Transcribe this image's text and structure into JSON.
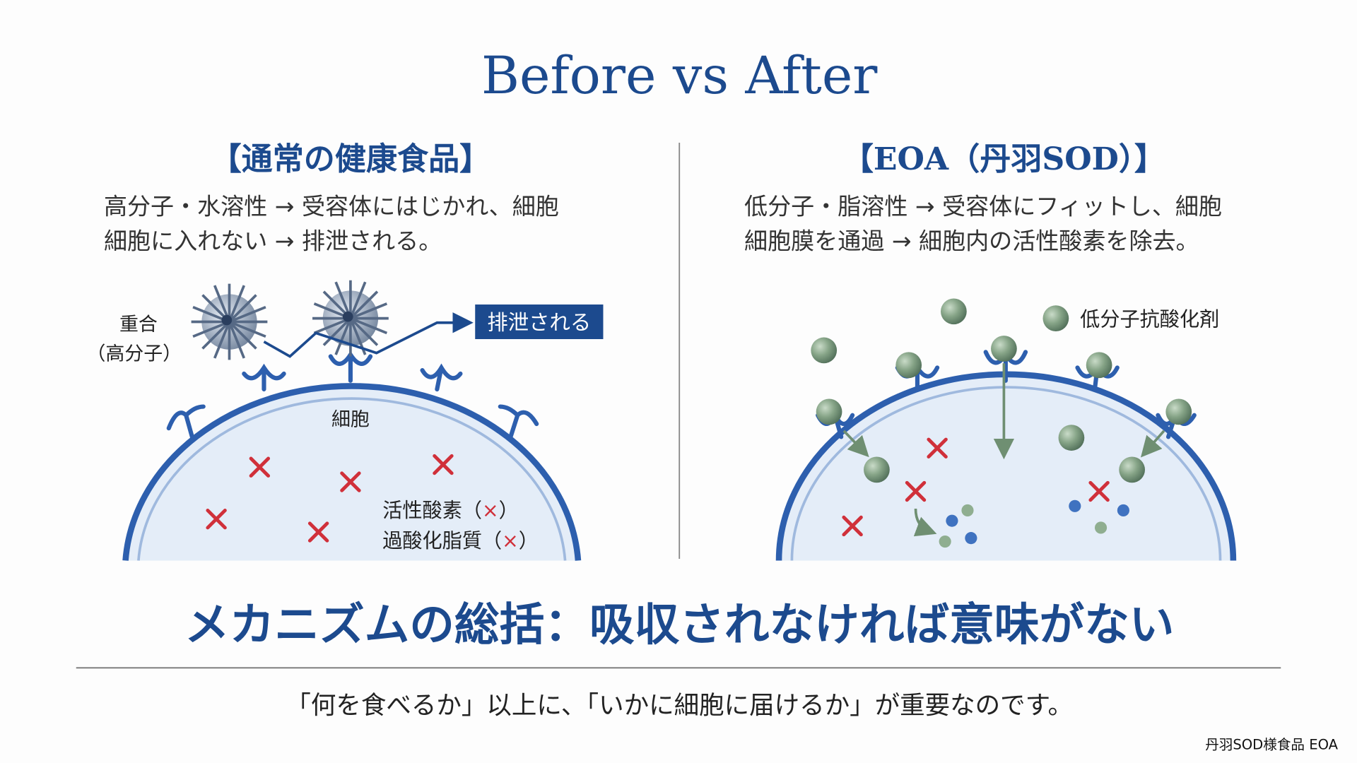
{
  "title": "Before vs After",
  "left": {
    "heading": "【通常の健康食品】",
    "lines": [
      "高分子・水溶性 → 受容体にはじかれ、細胞",
      "細胞に入れない → 排泄される。"
    ],
    "label_polymer": "重合",
    "label_polymer_sub": "（高分子）",
    "excreted_box": "排泄される",
    "cell_label": "細胞",
    "legend_ros": "活性酸素（",
    "legend_lipid": "過酸化脂質（",
    "legend_close": "）",
    "legend_mark": "×"
  },
  "right": {
    "heading": "【EOA（丹羽SOD）】",
    "lines": [
      "低分子・脂溶性 → 受容体にフィットし、細胞",
      "細胞膜を通過 → 細胞内の活性酸素を除去。"
    ],
    "legend_antioxidant": "低分子抗酸化剤"
  },
  "summary": {
    "heading": "メカニズムの総括：吸収されなければ意味がない",
    "sentence": "「何を食べるか」以上に、「いかに細胞に届けるか」が重要なのです。"
  },
  "footer": "丹羽SOD様食品 EOA",
  "colors": {
    "navy": "#1c4a8e",
    "cell_fill": "#e4edf8",
    "membrane": "#2d5fae",
    "green": "#7a9a7c",
    "red": "#d0303a"
  }
}
